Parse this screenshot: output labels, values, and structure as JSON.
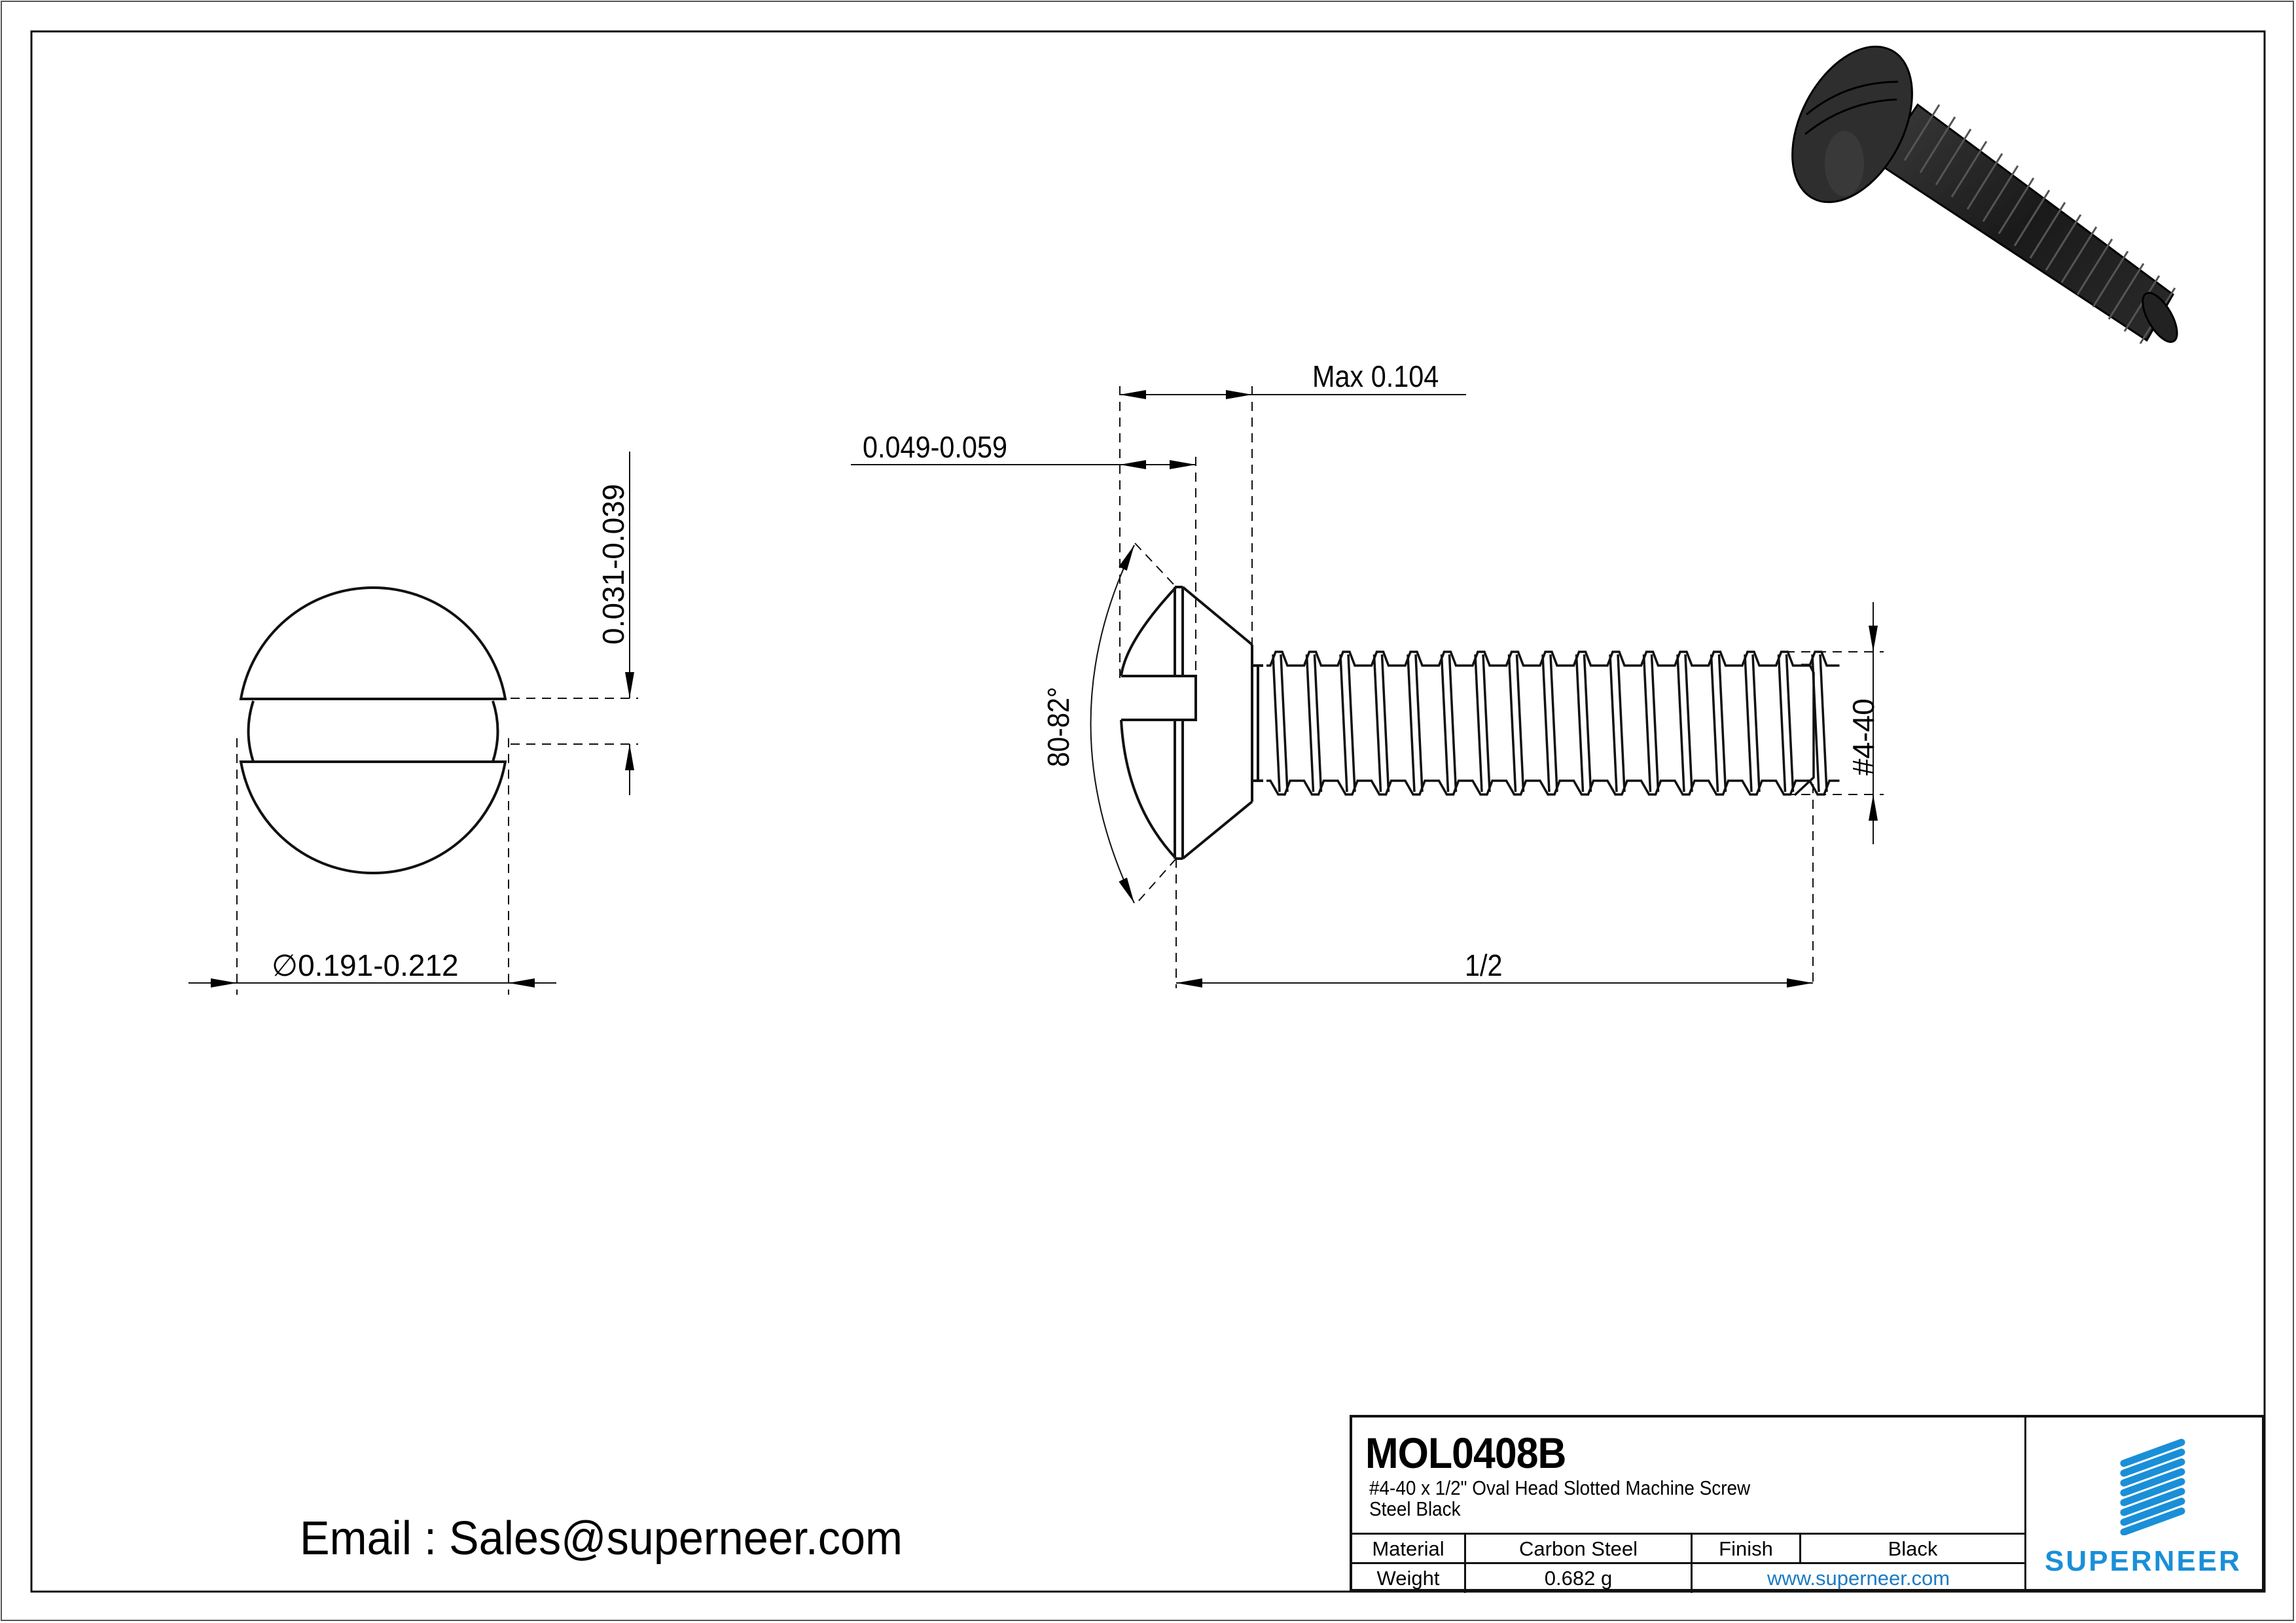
{
  "drawing": {
    "title_block": {
      "part_number": "MOL0408B",
      "description_line1": "#4-40 x 1/2\" Oval Head Slotted Machine Screw",
      "description_line2": "Steel Black",
      "material_label": "Material",
      "material_value": "Carbon Steel",
      "finish_label": "Finish",
      "finish_value": "Black",
      "weight_label": "Weight",
      "weight_value": "0.682 g",
      "website": "www.superneer.com",
      "brand": "SUPERNEER",
      "brand_color": "#1a8fd8"
    },
    "email_line": "Email : Sales@superneer.com",
    "dimensions": {
      "head_max_height": "Max 0.104",
      "head_edge_thickness": "0.049-0.059",
      "head_angle": "80-82°",
      "thread_size": "#4-40",
      "length": "1/2",
      "head_diameter": "0.191-0.212",
      "diameter_symbol": "∅",
      "slot_width": "0.031-0.039"
    },
    "views": [
      "top-view-head",
      "side-view-screw",
      "isometric-3d-render"
    ]
  }
}
